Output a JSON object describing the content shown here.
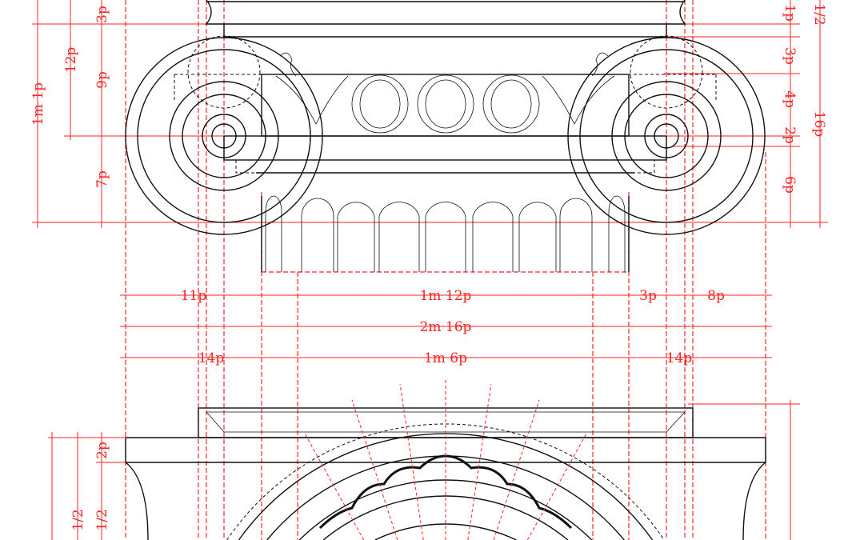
{
  "title": "Ionic capital elevation and plan with module dimensions",
  "colors": {
    "dimension": "#ff2222",
    "drawing": "#111111"
  },
  "dims": {
    "horizontal_row1": [
      "11p",
      "1m 12p",
      "3p",
      "8p"
    ],
    "horizontal_row2": [
      "2m 16p"
    ],
    "horizontal_row3": [
      "14p",
      "1m 6p",
      "14p"
    ],
    "left": {
      "total": "1m 1p",
      "upper": "12p",
      "top": "3p",
      "mid": "9p",
      "low": "7p"
    },
    "right": {
      "a": "1p",
      "b": "3p",
      "c": "4p",
      "d": "2p",
      "e": "6p",
      "half": "1/2",
      "total": "16p"
    },
    "bottom_left": {
      "a": "2p",
      "b": "1/2",
      "c": "1/2"
    }
  }
}
